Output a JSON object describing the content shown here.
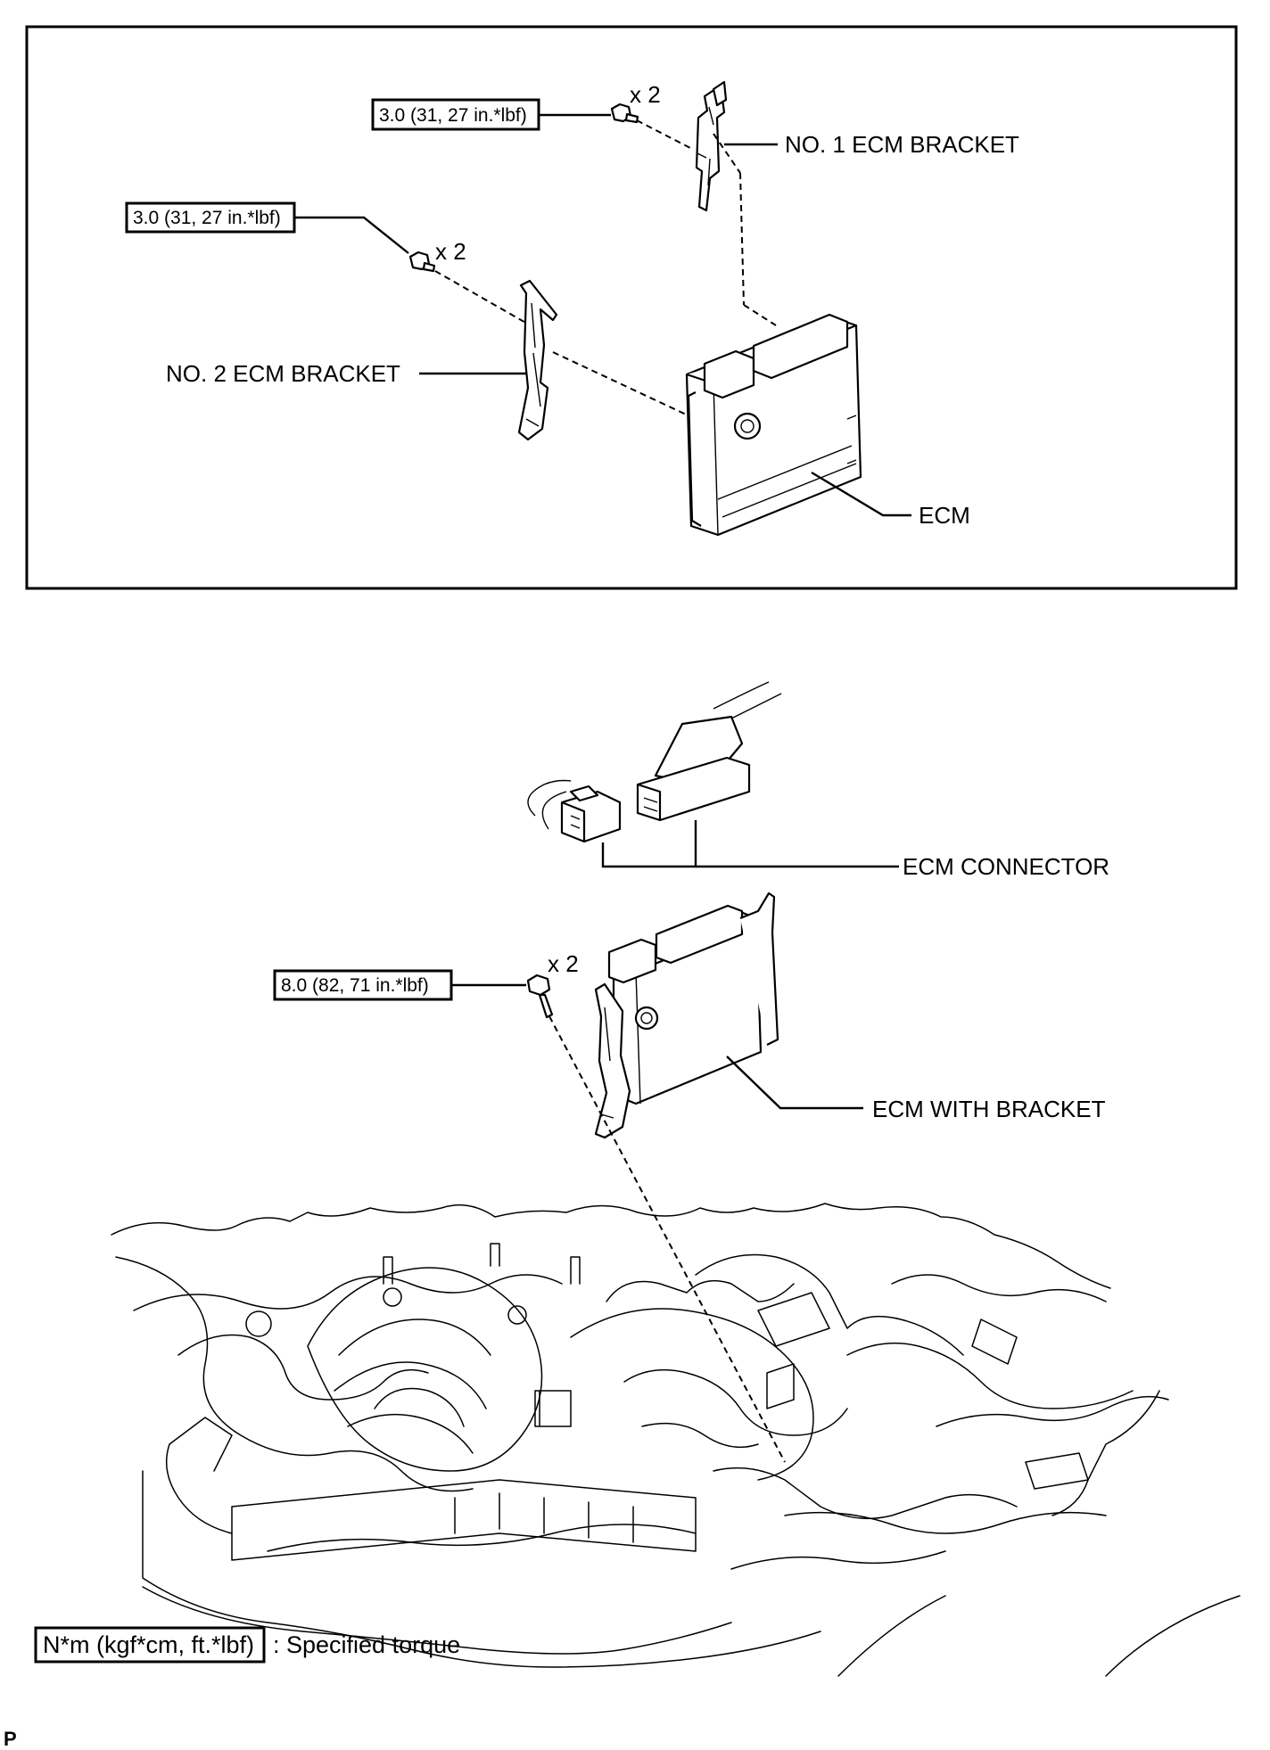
{
  "top_panel": {
    "torque_upper": "3.0 (31, 27 in.*lbf)",
    "qty_upper": "x 2",
    "label_bracket1": "NO. 1 ECM BRACKET",
    "torque_left": "3.0 (31, 27 in.*lbf)",
    "qty_left": "x 2",
    "label_bracket2": "NO. 2 ECM BRACKET",
    "label_ecm": "ECM"
  },
  "bottom_panel": {
    "label_connector": "ECM CONNECTOR",
    "torque_bolt": "8.0 (82, 71 in.*lbf)",
    "qty_bolt": "x 2",
    "label_ecm_bracket": "ECM WITH BRACKET"
  },
  "legend": {
    "unit_box": "N*m (kgf*cm, ft.*lbf)",
    "description": ": Specified torque"
  },
  "corner_mark": "P"
}
